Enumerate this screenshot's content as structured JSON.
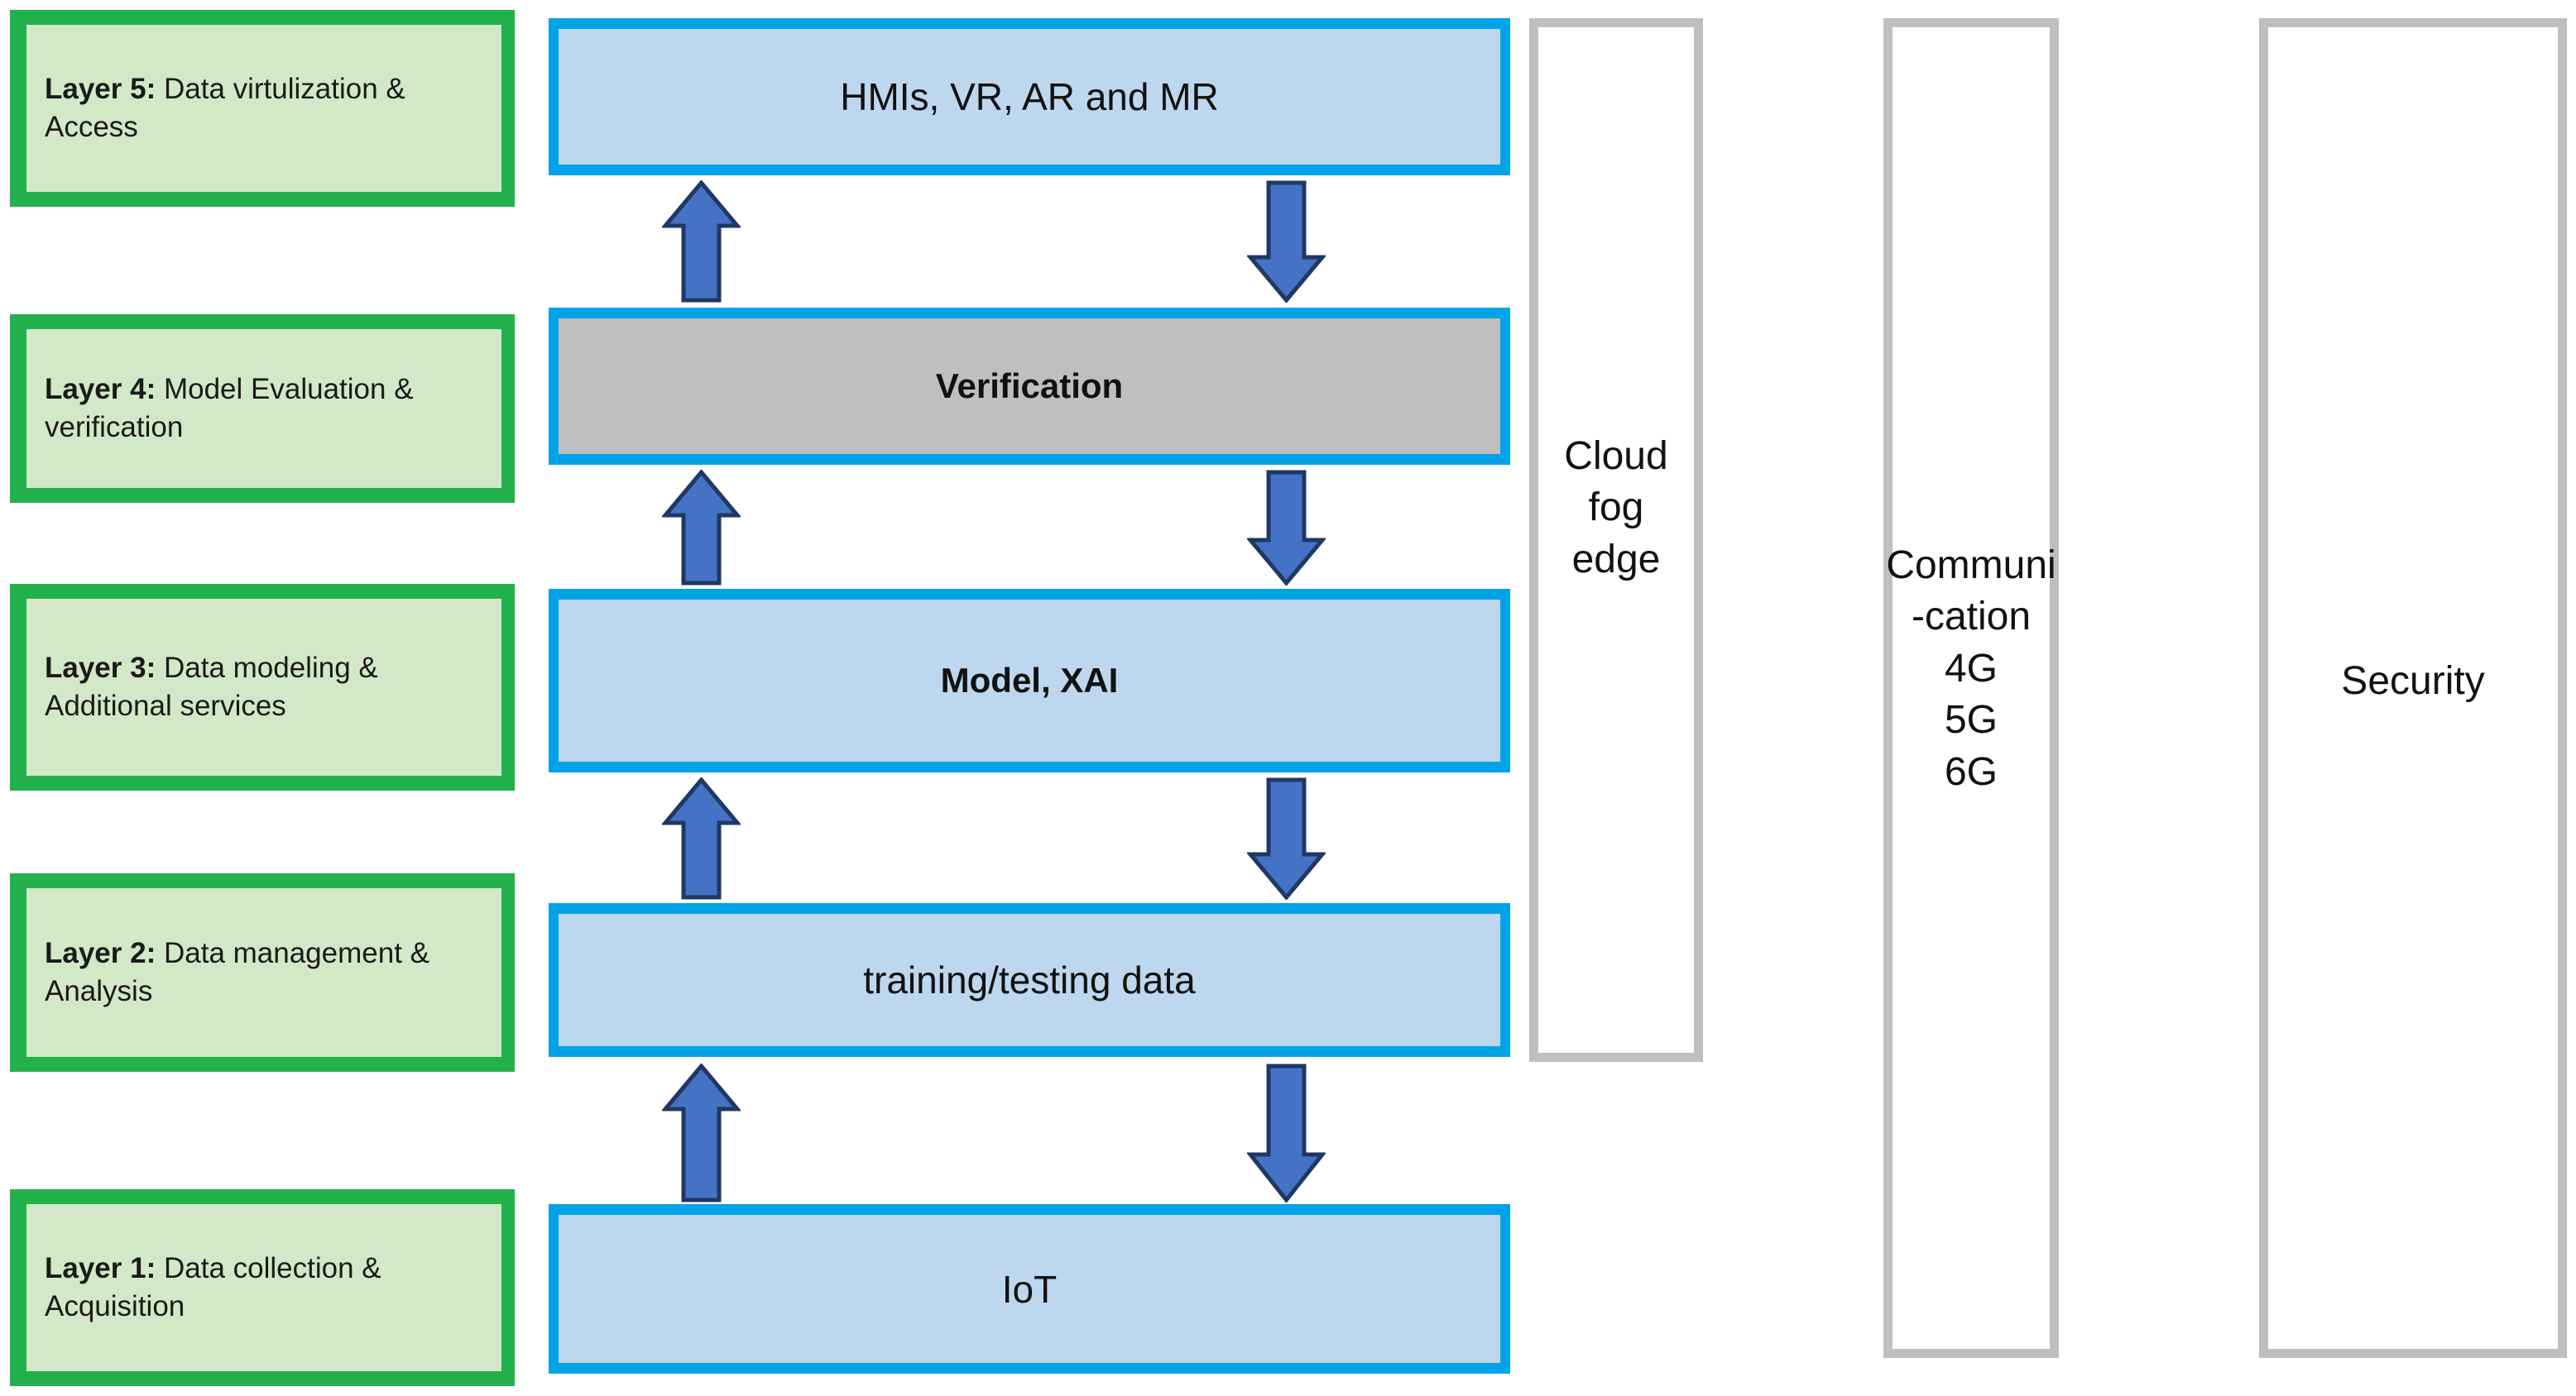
{
  "diagram": {
    "title": "Layered IoT / XAI reference architecture",
    "colors": {
      "layer_border_green": "#22B14C",
      "layer_fill_green": "#D3E8C6",
      "stack_border_blue": "#00A2E8",
      "stack_fill_blue": "#BDD7EE",
      "stack_fill_gray": "#BFBFBF",
      "arrow_fill": "#4472C4",
      "arrow_outline": "#1F3864",
      "panel_border_gray": "#BFBFBF",
      "text_color": "#111111"
    }
  },
  "layers": [
    {
      "id": "layer5",
      "prefix": "Layer 5:",
      "label": " Data virtulization & Access"
    },
    {
      "id": "layer4",
      "prefix": "Layer 4:",
      "label": " Model Evaluation & verification"
    },
    {
      "id": "layer3",
      "prefix": "Layer 3:",
      "label": " Data modeling & Additional services"
    },
    {
      "id": "layer2",
      "prefix": "Layer 2:",
      "label": " Data management & Analysis"
    },
    {
      "id": "layer1",
      "prefix": "Layer 1:",
      "label": " Data collection & Acquisition"
    }
  ],
  "stack": [
    {
      "id": "hmi",
      "label": "HMIs, VR, AR and MR",
      "fill": "blue",
      "bold": false
    },
    {
      "id": "verification",
      "label": "Verification",
      "fill": "gray",
      "bold": true
    },
    {
      "id": "model",
      "label": "Model, XAI",
      "fill": "blue",
      "bold": true
    },
    {
      "id": "training",
      "label": "training/testing data",
      "fill": "blue",
      "bold": false
    },
    {
      "id": "iot",
      "label": "IoT",
      "fill": "blue",
      "bold": false
    }
  ],
  "arrows": [
    {
      "id": "arrow-up-hmi",
      "direction": "up",
      "from": "verification",
      "to": "hmi"
    },
    {
      "id": "arrow-down-hmi",
      "direction": "down",
      "from": "hmi",
      "to": "verification"
    },
    {
      "id": "arrow-up-verification",
      "direction": "up",
      "from": "model",
      "to": "verification"
    },
    {
      "id": "arrow-down-verification",
      "direction": "down",
      "from": "verification",
      "to": "model"
    },
    {
      "id": "arrow-up-model",
      "direction": "up",
      "from": "training",
      "to": "model"
    },
    {
      "id": "arrow-down-model",
      "direction": "down",
      "from": "model",
      "to": "training"
    },
    {
      "id": "arrow-up-training",
      "direction": "up",
      "from": "iot",
      "to": "training"
    },
    {
      "id": "arrow-down-training",
      "direction": "down",
      "from": "training",
      "to": "iot"
    }
  ],
  "side_panels": [
    {
      "id": "cloud",
      "label": "Cloud\nfog\nedge"
    },
    {
      "id": "communication",
      "label": "Communi\n-cation\n4G\n5G\n6G"
    },
    {
      "id": "security",
      "label": "Security"
    }
  ]
}
